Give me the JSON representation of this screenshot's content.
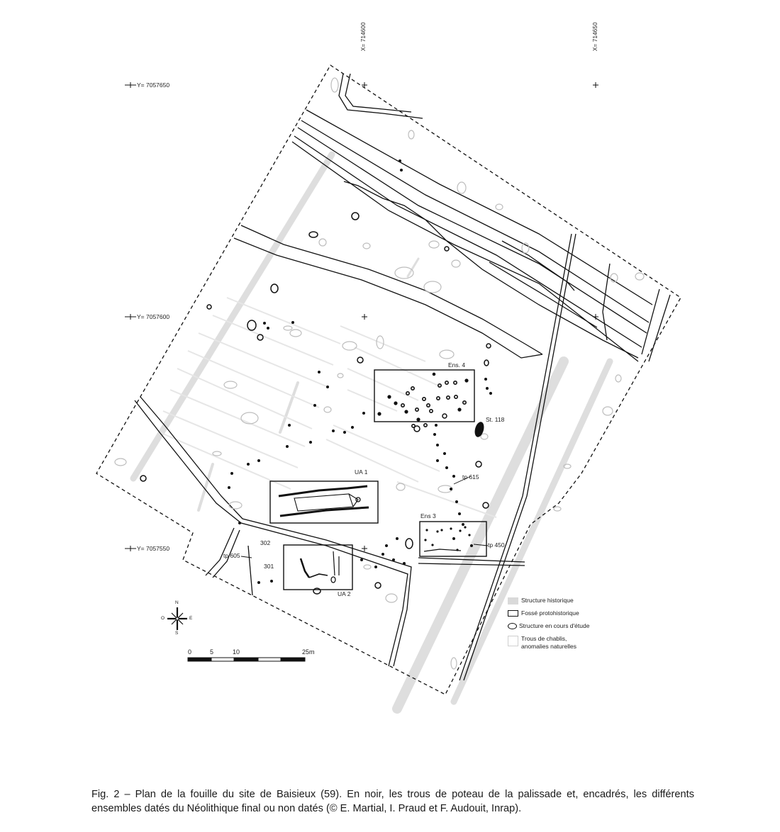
{
  "figure": {
    "coordinates": {
      "x_labels": [
        "X= 714600",
        "X= 714650"
      ],
      "y_labels": [
        "Y= 7057650",
        "Y= 7057600",
        "Y= 7057550"
      ]
    },
    "map_labels": {
      "ens4": "Ens. 4",
      "st118": "St. 118",
      "ua1": "UA 1",
      "ua2": "UA 2",
      "tp615": "tp 615",
      "ens3": "Ens 3",
      "tp450": "tp 450",
      "tp605": "tp 605",
      "s302": "302",
      "s301": "301"
    },
    "legend": {
      "items": [
        {
          "label": "Structure historique",
          "swatch": "grey-fill",
          "color": "#d9d9d9"
        },
        {
          "label": "Fossé protohistorique",
          "swatch": "black-rectangle",
          "color": "#111111"
        },
        {
          "label": "Structure en cours d'étude",
          "swatch": "black-ellipse",
          "color": "#111111"
        },
        {
          "label": "Trous de chablis,",
          "label_line2": "anomalies naturelles",
          "swatch": "light-grey-outline",
          "color": "#cfcfcf"
        }
      ]
    },
    "compass": {
      "n": "N",
      "s": "S",
      "e": "E",
      "w": "O",
      "icon": "compass-rose-icon"
    },
    "scale_bar": {
      "ticks": [
        "0",
        "5",
        "10",
        "25m"
      ]
    },
    "colors": {
      "line": "#111111",
      "historic": "#dcdcdc",
      "natural": "#bdbdbd",
      "boundary": "#111111"
    }
  },
  "caption": {
    "text": "Fig. 2 – Plan de la fouille du site de Baisieux (59). En noir, les trous de poteau de la palissade et, encadrés, les différents ensembles datés du Néolithique final ou non datés (© E. Martial, I. Praud et F. Audouit, Inrap)."
  }
}
